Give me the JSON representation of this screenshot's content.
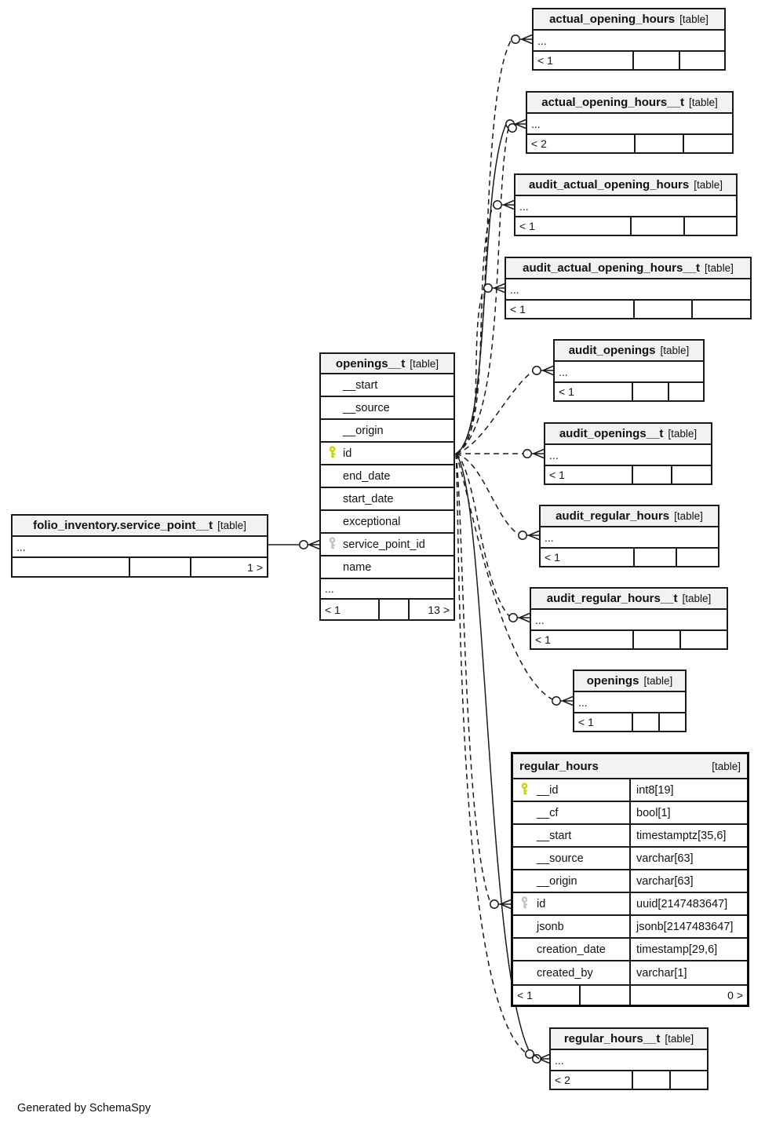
{
  "footer_note": "Generated by SchemaSpy",
  "colors": {
    "pk_key": "#c9d400",
    "fk_key": "#c3c3c3",
    "line": "#1b1b1b",
    "header_bg": "#f2f2f2"
  },
  "tables": {
    "service_point": {
      "name": "folio_inventory.service_point__t",
      "tag": "[table]",
      "more": "...",
      "footer": [
        "",
        "",
        "1 >"
      ]
    },
    "openings_t": {
      "name": "openings__t",
      "tag": "[table]",
      "columns": [
        {
          "name": "__start",
          "key": null
        },
        {
          "name": "__source",
          "key": null
        },
        {
          "name": "__origin",
          "key": null
        },
        {
          "name": "id",
          "key": "pk"
        },
        {
          "name": "end_date",
          "key": null
        },
        {
          "name": "start_date",
          "key": null
        },
        {
          "name": "exceptional",
          "key": null
        },
        {
          "name": "service_point_id",
          "key": "fk"
        },
        {
          "name": "name",
          "key": null
        }
      ],
      "more": "...",
      "footer": [
        "< 1",
        "",
        "13 >"
      ]
    },
    "related": [
      {
        "name": "actual_opening_hours",
        "tag": "[table]",
        "more": "...",
        "footer": [
          "< 1",
          "",
          ""
        ]
      },
      {
        "name": "actual_opening_hours__t",
        "tag": "[table]",
        "more": "...",
        "footer": [
          "< 2",
          "",
          ""
        ]
      },
      {
        "name": "audit_actual_opening_hours",
        "tag": "[table]",
        "more": "...",
        "footer": [
          "< 1",
          "",
          ""
        ]
      },
      {
        "name": "audit_actual_opening_hours__t",
        "tag": "[table]",
        "more": "...",
        "footer": [
          "< 1",
          "",
          ""
        ]
      },
      {
        "name": "audit_openings",
        "tag": "[table]",
        "more": "...",
        "footer": [
          "< 1",
          "",
          ""
        ]
      },
      {
        "name": "audit_openings__t",
        "tag": "[table]",
        "more": "...",
        "footer": [
          "< 1",
          "",
          ""
        ]
      },
      {
        "name": "audit_regular_hours",
        "tag": "[table]",
        "more": "...",
        "footer": [
          "< 1",
          "",
          ""
        ]
      },
      {
        "name": "audit_regular_hours__t",
        "tag": "[table]",
        "more": "...",
        "footer": [
          "< 1",
          "",
          ""
        ]
      },
      {
        "name": "openings",
        "tag": "[table]",
        "more": "...",
        "footer": [
          "< 1",
          "",
          ""
        ]
      },
      {
        "name": "regular_hours__t",
        "tag": "[table]",
        "more": "...",
        "footer": [
          "< 2",
          "",
          ""
        ]
      }
    ],
    "regular_hours": {
      "name": "regular_hours",
      "tag": "[table]",
      "columns": [
        {
          "name": "__id",
          "type": "int8[19]",
          "key": "pk"
        },
        {
          "name": "__cf",
          "type": "bool[1]",
          "key": null
        },
        {
          "name": "__start",
          "type": "timestamptz[35,6]",
          "key": null
        },
        {
          "name": "__source",
          "type": "varchar[63]",
          "key": null
        },
        {
          "name": "__origin",
          "type": "varchar[63]",
          "key": null
        },
        {
          "name": "id",
          "type": "uuid[2147483647]",
          "key": "fk"
        },
        {
          "name": "jsonb",
          "type": "jsonb[2147483647]",
          "key": null
        },
        {
          "name": "creation_date",
          "type": "timestamp[29,6]",
          "key": null
        },
        {
          "name": "created_by",
          "type": "varchar[1]",
          "key": null
        }
      ],
      "footer": [
        "< 1",
        "",
        "0 >"
      ]
    }
  }
}
